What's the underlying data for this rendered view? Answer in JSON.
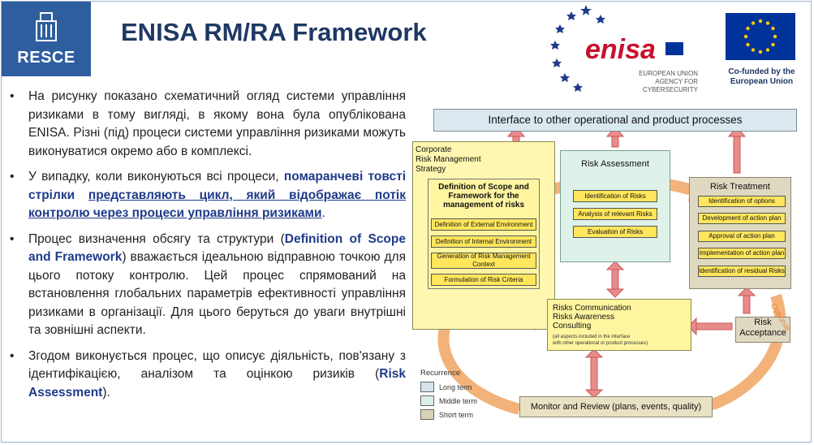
{
  "header": {
    "logo_text": "RESCE",
    "title": "ENISA RM/RA Framework",
    "enisa_word": "enisa",
    "enisa_sub": "EUROPEAN UNION AGENCY FOR CYBERSECURITY",
    "eu_caption": "Co-funded by the European Union"
  },
  "bullets": [
    {
      "text": "На рисунку показано схематичний огляд системи управління ризиками в тому вигляді, в якому вона була опублікована ENISA. Різні (під) процеси системи управління ризиками можуть виконуватися окремо або в комплексі."
    },
    {
      "parts": [
        "У випадку, коли виконуються всі процеси, ",
        "помаранчеві товсті стрілки",
        " ",
        "представляють цикл, який відображає потік контролю через процеси управління ризиками",
        "."
      ]
    },
    {
      "parts": [
        "Процес визначення обсягу та структури (",
        "Definition of Scope and Framework",
        ") вважається ідеальною відправною точкою для цього потоку контролю. Цей процес спрямований на встановлення глобальних параметрів ефективності управління ризиками в організації. Для цього беруться до уваги внутрішні та зовнішні аспекти."
      ]
    },
    {
      "parts": [
        "Згодом виконується процес, що описує діяльність, пов'язану з ідентифікацією, аналізом та оцінкою ризиків (",
        "Risk Assessment",
        ")."
      ]
    }
  ],
  "diagram": {
    "interface": "Interface to other operational and product processes",
    "corporate": [
      "Corporate",
      "Risk Management",
      "Strategy"
    ],
    "scope_title": "Definition of Scope and Framework for the management of risks",
    "scope_items": [
      "Definition of External Environment",
      "Definition of Internal Environment",
      "Generation of Risk Management Context",
      "Formulation of Risk Criteria"
    ],
    "assess_title": "Risk Assessment",
    "assess_items": [
      "Identification of Risks",
      "Analysis of relevant Risks",
      "Evaluation of Risks"
    ],
    "treat_title": "Risk Treatment",
    "treat_items": [
      "Identification of options",
      "Development of action plan",
      "Approval of action plan",
      "Implementation of action plan",
      "Identification of residual Risks"
    ],
    "comm_title": [
      "Risks Communication",
      "Risks Awareness",
      "Consulting"
    ],
    "comm_sub": [
      "(all aspects included in the interface",
      "with other operational or product processes)"
    ],
    "accept": [
      "Risk",
      "Acceptance"
    ],
    "optional": "Optional",
    "monitor": "Monitor and Review (plans, events, quality)",
    "legend_title": "Recurrence",
    "legend": [
      {
        "label": "Long term",
        "color": "#d3e4ee"
      },
      {
        "label": "Middle term",
        "color": "#d8f0e6"
      },
      {
        "label": "Short term",
        "color": "#d8d2b4"
      }
    ]
  },
  "colors": {
    "title": "#1f3864",
    "accent": "#1f3b8a",
    "logo_bg": "#2e5e9e",
    "enisa_red": "#c8102e",
    "arrow_orange": "#f0a860",
    "arrow_red": "#e07070"
  }
}
